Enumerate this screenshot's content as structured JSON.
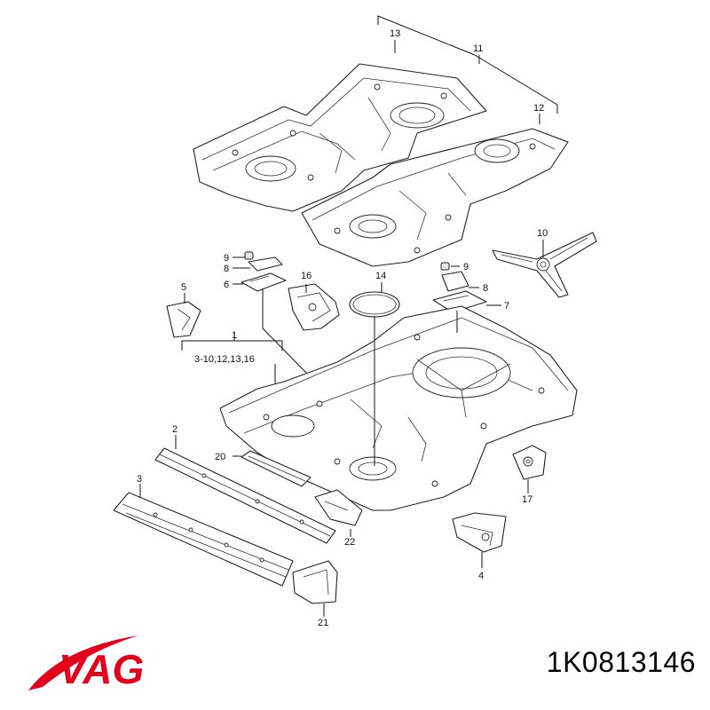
{
  "diagram": {
    "callouts": {
      "c13": "13",
      "c11": "11",
      "c12": "12",
      "c10": "10",
      "c9a": "9",
      "c8a": "8",
      "c6": "6",
      "c16": "16",
      "c14": "14",
      "c9b": "9",
      "c8b": "8",
      "c7": "7",
      "c5": "5",
      "c1": "1",
      "c1_range": "3-10,12,13,16",
      "c2": "2",
      "c20": "20",
      "c3": "3",
      "c22": "22",
      "c17": "17",
      "c4": "4",
      "c21": "21"
    }
  },
  "branding": {
    "logo_text": "VAG",
    "logo_color": "#e3001b",
    "part_number": "1K0813146"
  }
}
